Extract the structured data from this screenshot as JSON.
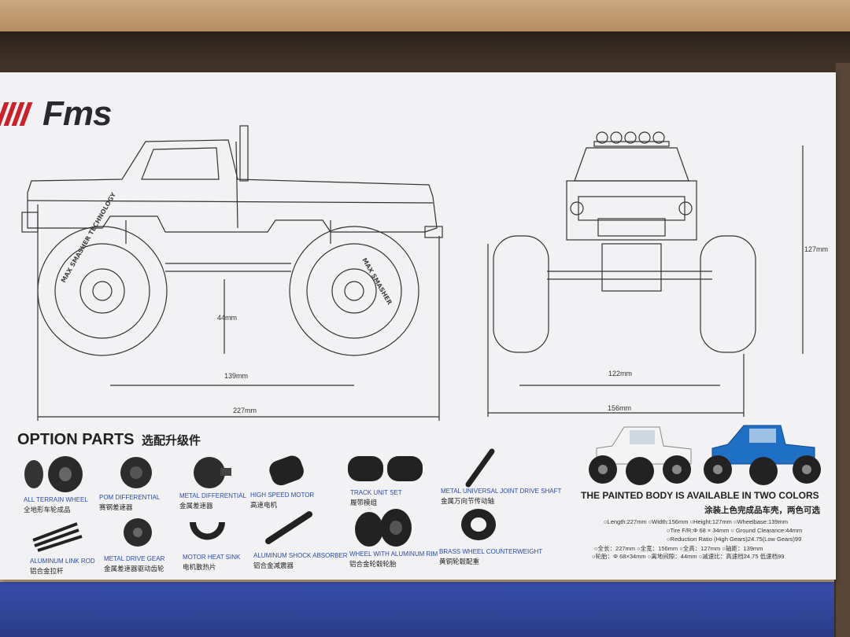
{
  "brand": {
    "logo_text": "Fms"
  },
  "dimensions": {
    "height": "127mm",
    "ground_clearance": "44mm",
    "wheelbase": "139mm",
    "length": "227mm",
    "track": "122mm",
    "width": "156mm"
  },
  "option_parts": {
    "title": "OPTION PARTS",
    "title_cn": "选配升级件",
    "items": [
      {
        "en": "ALL TERRAIN WHEEL",
        "cn": "全地形车轮成品"
      },
      {
        "en": "POM DIFFERENTIAL",
        "cn": "赛钢差速器"
      },
      {
        "en": "METAL DIFFERENTIAL",
        "cn": "金属差速器"
      },
      {
        "en": "HIGH SPEED MOTOR",
        "cn": "高速电机"
      },
      {
        "en": "TRACK UNIT SET",
        "cn": "履带模组"
      },
      {
        "en": "METAL UNIVERSAL JOINT DRIVE SHAFT",
        "cn": "金属万向节传动轴"
      },
      {
        "en": "ALUMINUM LINK ROD",
        "cn": "铝合金拉杆"
      },
      {
        "en": "METAL DRIVE GEAR",
        "cn": "金属差速器驱动齿轮"
      },
      {
        "en": "MOTOR HEAT SINK",
        "cn": "电机散热片"
      },
      {
        "en": "ALUMINUM SHOCK ABSORBER",
        "cn": "铝合金减震器"
      },
      {
        "en": "WHEEL WITH ALUMINUM RIM",
        "cn": "铝合金轮毂轮胎"
      },
      {
        "en": "BRASS WHEEL COUNTERWEIGHT",
        "cn": "黄铜轮毂配重"
      }
    ]
  },
  "colors_section": {
    "title": "THE PAINTED BODY IS AVAILABLE IN TWO COLORS",
    "title_cn": "涂装上色完成品车壳，两色可选"
  },
  "specs": {
    "line1": "○Length:227mm ○Width:156mm ○Height:127mm ○Wheelbase:139mm",
    "line2": "○Tire F/R:Φ 68 × 34mm ○ Ground Clearance:44mm",
    "line3": "○Reduction Ratio (High Gears)24.75(Low Gears)99",
    "line4": "○全长：227mm ○全宽：156mm ○全高：127mm ○轴距：139mm",
    "line5": "○轮胎：Φ 68×34mm ○离地间隙：44mm ○减速比：高速档24.75 低速档99"
  },
  "colors": {
    "brand_red": "#c8232a",
    "text_blue": "#2b4aa8",
    "truck_blue": "#1f6fc4",
    "truck_white": "#f4f4f4"
  }
}
